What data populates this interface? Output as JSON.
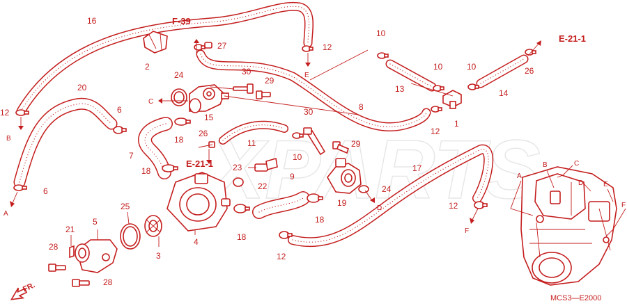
{
  "watermark": "XPARTS",
  "diagram_code": "MCS3—E2000",
  "front_label": "FR.",
  "colors": {
    "line": "#c41d1d",
    "background": "#ffffff",
    "watermark": "#e6e6e6"
  },
  "callouts": {
    "c1": "1",
    "c2": "2",
    "c3": "3",
    "c4": "4",
    "c5": "5",
    "c6a": "6",
    "c6b": "6",
    "c7": "7",
    "c8": "8",
    "c9": "9",
    "c10a": "10",
    "c10b": "10",
    "c10c": "10",
    "c10d": "10",
    "c11": "11",
    "c12a": "12",
    "c12b": "12",
    "c12c": "12",
    "c12d": "12",
    "c12e": "12",
    "c13": "13",
    "c14": "14",
    "c15": "15",
    "c16": "16",
    "c17": "17",
    "c18a": "18",
    "c18b": "18",
    "c18c": "18",
    "c18d": "18",
    "c19": "19",
    "c20": "20",
    "c21": "21",
    "c22": "22",
    "c23": "23",
    "c24a": "24",
    "c24b": "24",
    "c25": "25",
    "c26a": "26",
    "c26b": "26",
    "c27": "27",
    "c28a": "28",
    "c28b": "28",
    "c29a": "29",
    "c29b": "29",
    "c30a": "30",
    "c30b": "30"
  },
  "references": {
    "f39": "F-39",
    "e21_1a": "E-21-1",
    "e21_1b": "E-21-1"
  },
  "letters": {
    "a_left": "A",
    "b_left": "B",
    "c_mid": "C",
    "d_mid": "D",
    "e_top": "E",
    "f_right": "F",
    "inset_a": "A",
    "inset_b": "B",
    "inset_c": "C",
    "inset_d": "D",
    "inset_e": "E",
    "inset_f": "F"
  }
}
